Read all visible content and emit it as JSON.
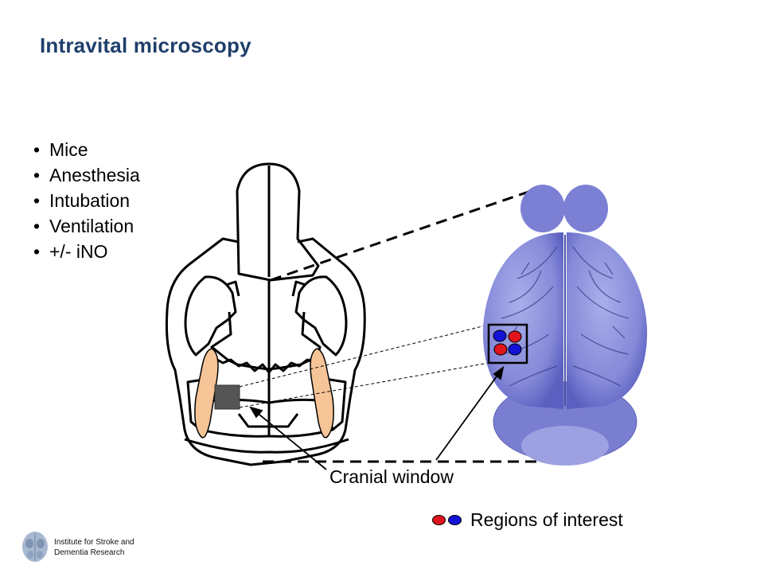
{
  "title": "Intravital microscopy",
  "bullets": [
    "Mice",
    "Anesthesia",
    "Intubation",
    "Ventilation",
    "+/- iNO"
  ],
  "callout": "Cranial window",
  "legend": {
    "label": "Regions of interest",
    "colors": [
      "#e0141c",
      "#1212d8"
    ]
  },
  "footer": {
    "logo_icon": "brain-logo-icon",
    "line1": "Institute for Stroke and",
    "line2": "Dementia Research"
  },
  "colors": {
    "title": "#1f3f6b",
    "muscle": "#f5c497",
    "window_fill": "#555555",
    "brain": "#8c90de"
  }
}
